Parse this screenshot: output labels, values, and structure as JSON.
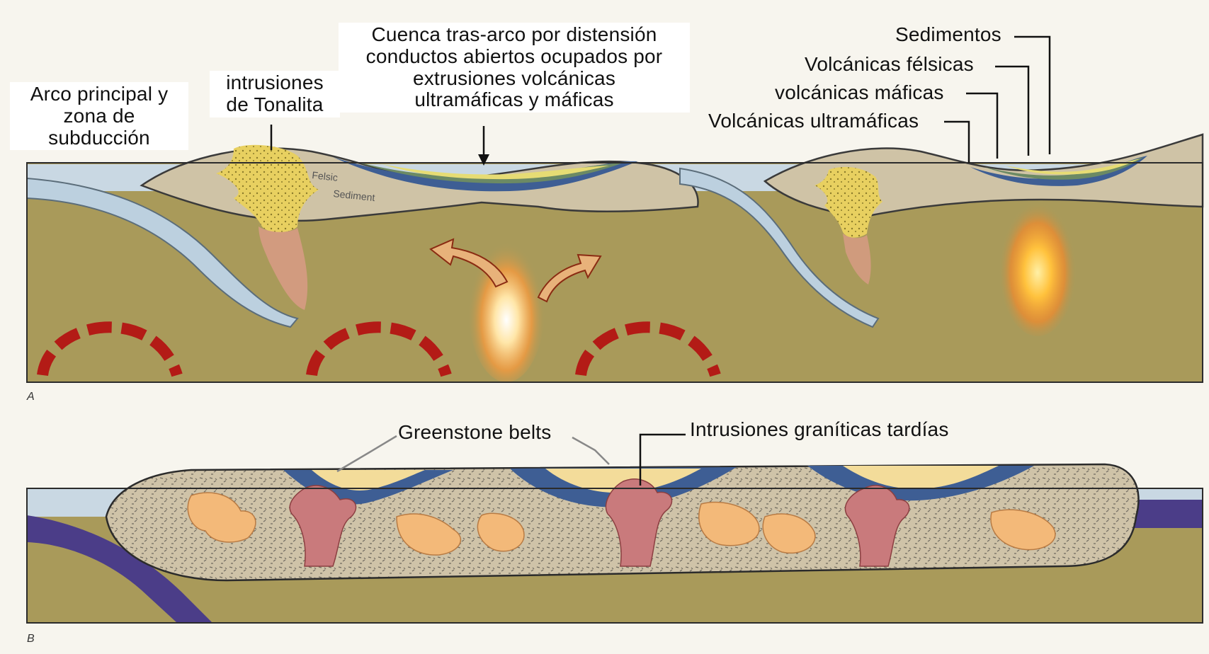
{
  "panel_a": {
    "label": "A",
    "labels": {
      "arc_line1": "Arco principal y",
      "arc_line2": "zona de",
      "arc_line3": "subducción",
      "tonalite_line1": "intrusiones",
      "tonalite_line2": "de Tonalita",
      "basin_line1": "Cuenca tras-arco por distensión",
      "basin_line2": "conductos abiertos ocupados por",
      "basin_line3": "extrusiones volcánicas",
      "basin_line4": "ultramáficas y  máficas",
      "sediments": "Sedimentos",
      "felsic": "Volcánicas félsicas",
      "mafic": "volcánicas máficas",
      "ultramafic": "Volcánicas ultramáficas",
      "felsic_sediment_inner_1": "Felsic",
      "felsic_sediment_inner_2": "Sediment"
    }
  },
  "panel_b": {
    "label": "B",
    "labels": {
      "greenstone": "Greenstone belts",
      "late_granite": "Intrusiones graníticas tardías"
    }
  },
  "colors": {
    "background": "#f7f5ee",
    "mantle": "#a99a5a",
    "crust": "#cfc3a6",
    "ocean": "#c9d8e3",
    "slab": "#bcd0df",
    "blue_volcanics": "#3e5e94",
    "green_volcanics": "#6c8a64",
    "yellow_felsic": "#e6dc74",
    "tonalite": "#e8d060",
    "granite": "#c97a7c",
    "convection": "#b31b16",
    "magma": "#ffd28a",
    "greenstone_core": "#f3b979",
    "purple_slab": "#4b3d88"
  }
}
